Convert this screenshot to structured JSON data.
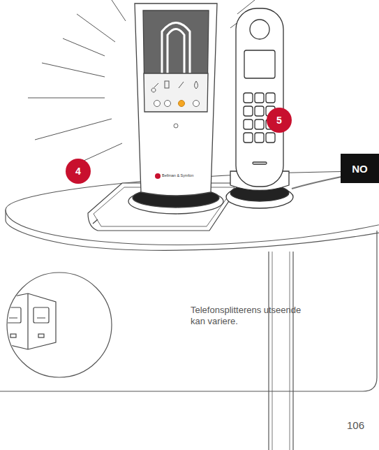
{
  "diagram": {
    "nodes": [
      {
        "text": [
          "4"
        ]
      },
      {
        "text": [
          "5"
        ]
      },
      {
        "text": [
          "NO"
        ]
      }
    ],
    "labels": [
      "Bellman & Symfon",
      "Telefonsplitterens utseende kan variere.",
      "106"
    ]
  }
}
